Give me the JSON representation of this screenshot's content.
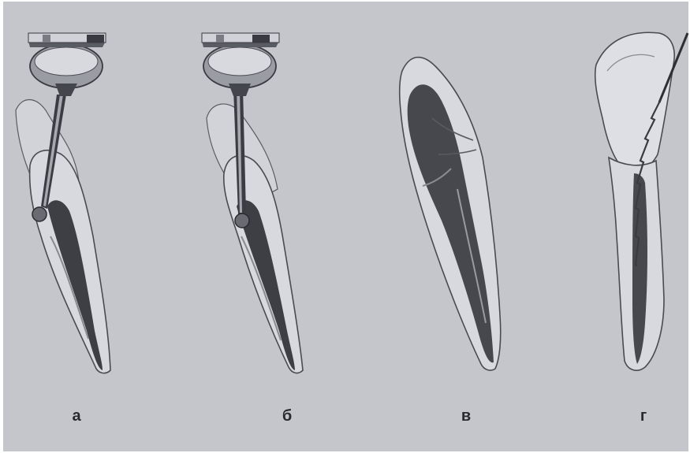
{
  "figures": [
    {
      "label": "а"
    },
    {
      "label": "б"
    },
    {
      "label": "в"
    },
    {
      "label": "г"
    }
  ],
  "colors": {
    "plate": "#c4c6cc",
    "tooth_fill": "#d8d9de",
    "outline": "#4a4a52",
    "pulp": "#2e2e34"
  }
}
